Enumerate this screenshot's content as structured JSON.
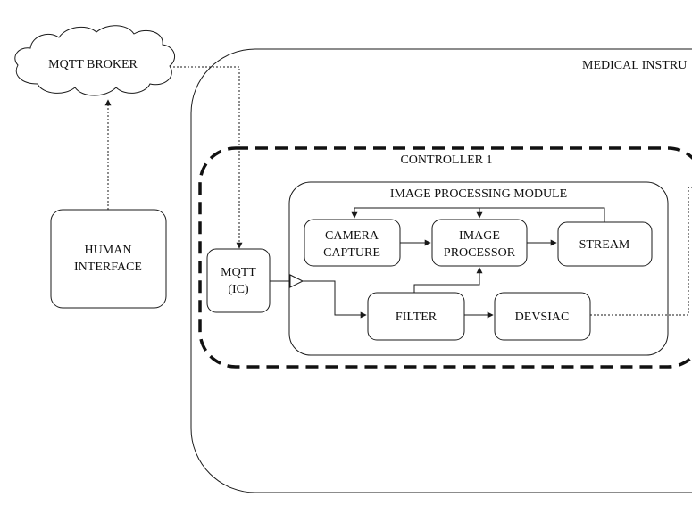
{
  "diagram": {
    "instrument_label": "MEDICAL INSTRU",
    "broker_label": "MQTT BROKER",
    "human_interface": {
      "line1": "HUMAN",
      "line2": "INTERFACE"
    },
    "controller_label": "CONTROLLER 1",
    "module_label": "IMAGE PROCESSING MODULE",
    "mqtt_ic": {
      "line1": "MQTT",
      "line2": "(IC)"
    },
    "camera_capture": {
      "line1": "CAMERA",
      "line2": "CAPTURE"
    },
    "image_processor": {
      "line1": "IMAGE",
      "line2": "PROCESSOR"
    },
    "stream_label": "STREAM",
    "filter_label": "FILTER",
    "devsiac_label": "DEVSIAC"
  }
}
